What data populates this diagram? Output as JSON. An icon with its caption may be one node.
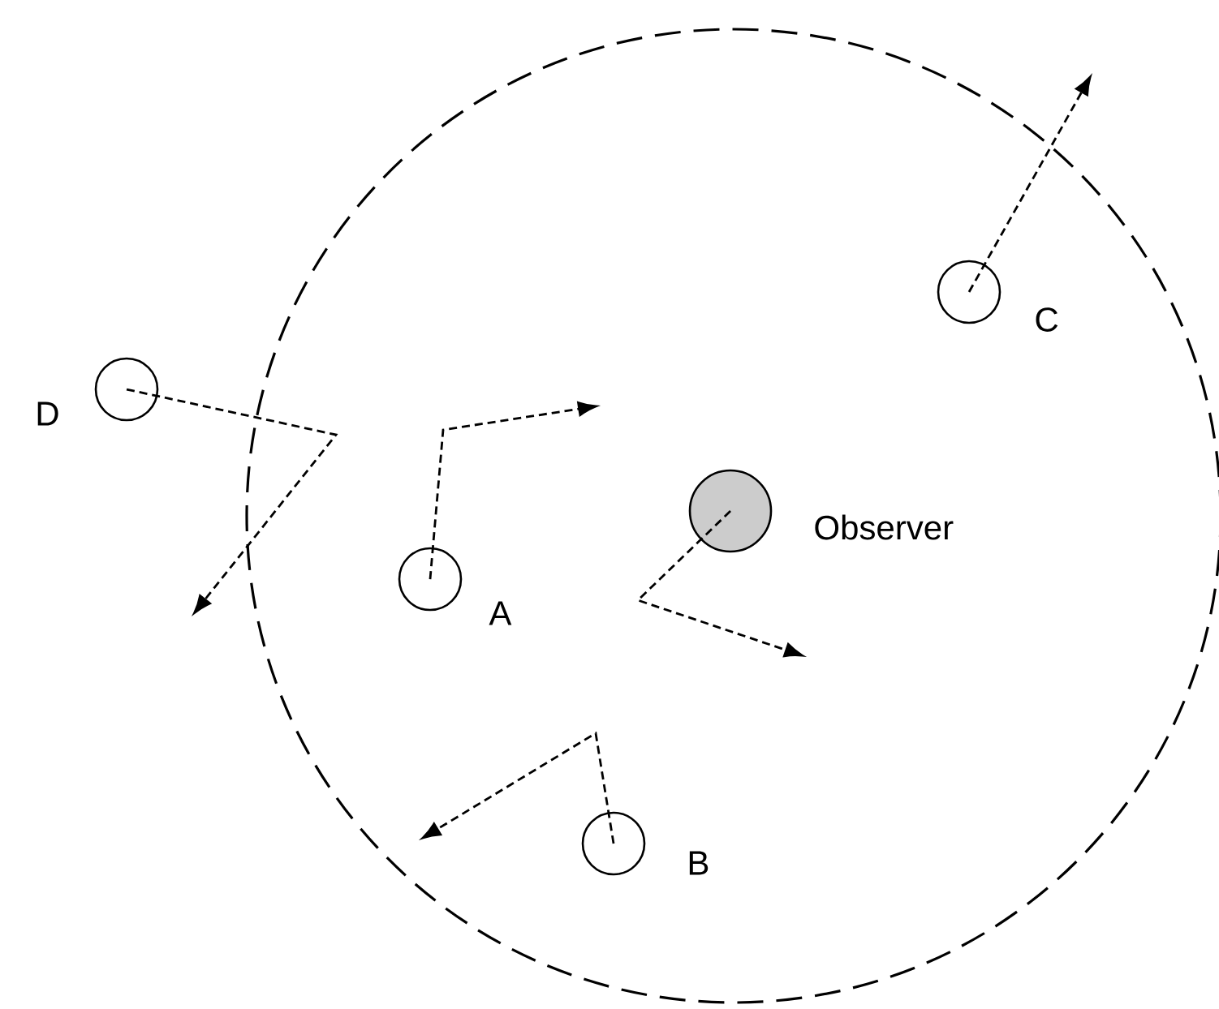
{
  "diagram": {
    "nodes": [
      {
        "text": [],
        "shape": "circle",
        "beside": [
          "C"
        ]
      },
      {
        "text": [],
        "shape": "circle",
        "beside": [
          "D"
        ]
      },
      {
        "text": [],
        "shape": "circle",
        "beside": [
          "Observer"
        ]
      },
      {
        "text": [],
        "shape": "circle",
        "beside": [
          "A"
        ]
      },
      {
        "text": [],
        "shape": "circle",
        "beside": [
          "B"
        ]
      }
    ],
    "edges": [
      {
        "from": 0,
        "to": null,
        "arrow": "to",
        "style": "dashed"
      },
      {
        "from": 1,
        "to": null,
        "arrow": "to",
        "style": "dashed"
      },
      {
        "from": 2,
        "to": null,
        "arrow": "to",
        "style": "dashed"
      },
      {
        "from": 3,
        "to": null,
        "arrow": "to",
        "style": "dashed"
      },
      {
        "from": 4,
        "to": null,
        "arrow": "to",
        "style": "dashed"
      }
    ]
  }
}
